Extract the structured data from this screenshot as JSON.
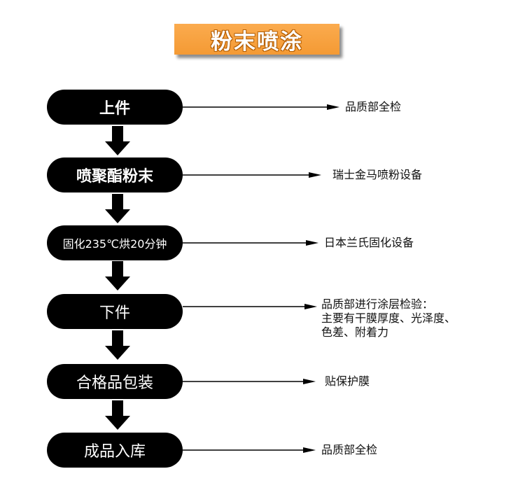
{
  "title": "粉末喷涂",
  "steps": [
    {
      "label": "上件",
      "note_lines": [
        "品质部全检"
      ]
    },
    {
      "label": "喷聚酯粉末",
      "note_lines": [
        "瑞士金马喷粉设备"
      ]
    },
    {
      "label": "固化235℃烘20分钟",
      "note_lines": [
        "日本兰氏固化设备"
      ]
    },
    {
      "label": "下件",
      "note_lines": [
        "品质部进行涂层检验：",
        "主要有干膜厚度、光泽度、",
        "色差、附着力"
      ]
    },
    {
      "label": "合格品包装",
      "note_lines": [
        "贴保护膜"
      ]
    },
    {
      "label": "成品入库",
      "note_lines": [
        "品质部全检"
      ]
    }
  ],
  "icons": {
    "down_arrow": "arrow-down-icon",
    "connector_arrow": "arrow-right-icon"
  },
  "colors": {
    "title_bg": "#f7a23e",
    "step_bg": "#000000",
    "step_text": "#ffffff",
    "line": "#000000"
  }
}
